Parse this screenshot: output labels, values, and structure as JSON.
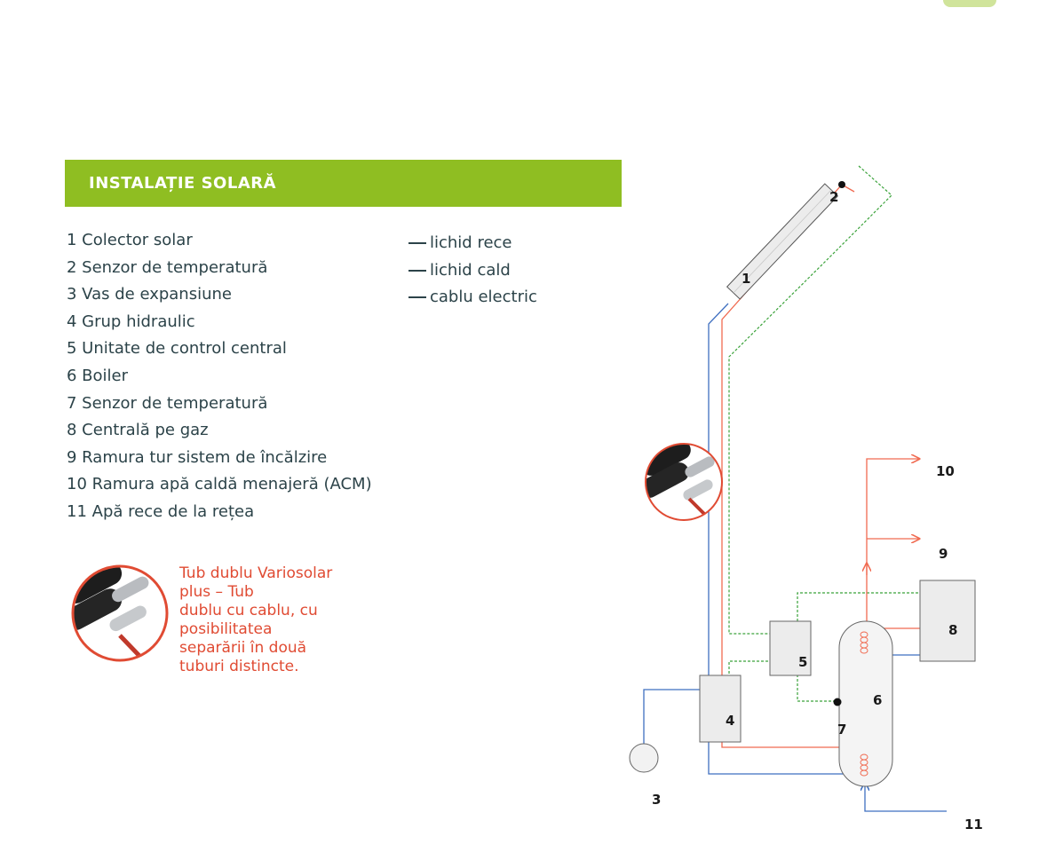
{
  "header": {
    "title": "INSTALAȚIE SOLARĂ"
  },
  "components": [
    "1 Colector solar",
    "2 Senzor de temperatură",
    "3 Vas de expansiune",
    "4 Grup hidraulic",
    "5 Unitate de control central",
    "6 Boiler",
    "7 Senzor de temperatură",
    "8 Centrală pe gaz",
    "9 Ramura tur sistem de încălzire",
    "10 Ramura apă caldă menajeră (ACM)",
    "11 Apă rece de la rețea"
  ],
  "line_legend": [
    {
      "label": "lichid rece",
      "color": "#3f6fc0"
    },
    {
      "label": "lichid cald",
      "color": "#f06a50"
    },
    {
      "label": "cablu electric",
      "color": "#3aa23a"
    }
  ],
  "pipe_caption": [
    "Tub dublu Variosolar",
    "plus – Tub",
    "dublu cu cablu, cu",
    "posibilitatea",
    "separării în două",
    "tuburi distincte."
  ],
  "diagram_labels": {
    "collector": "1",
    "sensor_top": "2",
    "expansion_vessel": "3",
    "hydraulic_group": "4",
    "control_unit": "5",
    "boiler": "6",
    "sensor_boiler": "7",
    "gas_boiler": "8",
    "heating_line": "9",
    "hot_water_line": "10",
    "cold_water_inlet": "11"
  },
  "colors": {
    "accent": "#8fbe22",
    "text": "#2c4349",
    "caption": "#e04b33",
    "cold": "#3f6fc0",
    "hot": "#f06a50",
    "electric": "#3aa23a"
  }
}
